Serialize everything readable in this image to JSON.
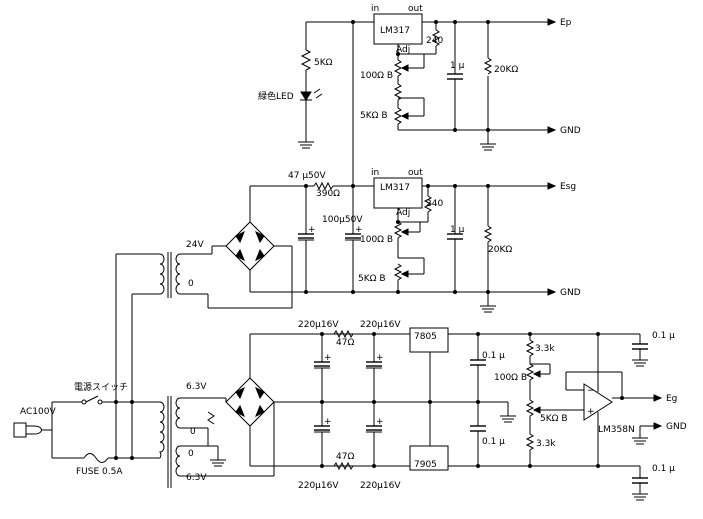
{
  "title": "",
  "labels": {
    "lm317_top": "LM317",
    "lm317_mid": "LM317",
    "in_top": "in",
    "out_top": "out",
    "adj_top": "Adj",
    "in_mid": "in",
    "out_mid": "out",
    "adj_mid": "Adj",
    "ep": "Ep",
    "esg": "Esg",
    "eg": "Eg",
    "gnd_top": "GND",
    "gnd_mid": "GND",
    "gnd_right": "GND",
    "r_5k_led": "5KΩ",
    "led": "緑色LED",
    "r240_top": "240",
    "r100b_top": "100Ω B",
    "r5kb_top": "5KΩ B",
    "c1u_top": "1 μ",
    "r20k_top": "20KΩ",
    "c47u": "47 μ50V",
    "r390": "390Ω",
    "c100u": "100μ50V",
    "r240_mid": "240",
    "r100b_mid": "100Ω B",
    "r5kb_mid": "5KΩ B",
    "c1u_mid": "1 μ",
    "r20k_mid": "20KΩ",
    "t24v": "24V",
    "t0_top": "0",
    "sw": "電源スイッチ",
    "ac": "AC100V",
    "fuse": "FUSE 0.5A",
    "t63a": "6.3V",
    "t0a": "0",
    "t0b": "0",
    "t63b": "6.3V",
    "c220a": "220μ16V",
    "c220b": "220μ16V",
    "r47a": "47Ω",
    "c220c": "220μ16V",
    "c220d": "220μ16V",
    "r47b": "47Ω",
    "u7805": "7805",
    "u7905": "7905",
    "c01a": "0.1 μ",
    "c01b": "0.1 μ",
    "c01c": "0.1 μ",
    "c01d": "0.1 μ",
    "r33a": "3.3k",
    "r100bb": "100Ω B",
    "r5kbb": "5KΩ B",
    "r33b": "3.3k",
    "opamp": "LM358N"
  }
}
